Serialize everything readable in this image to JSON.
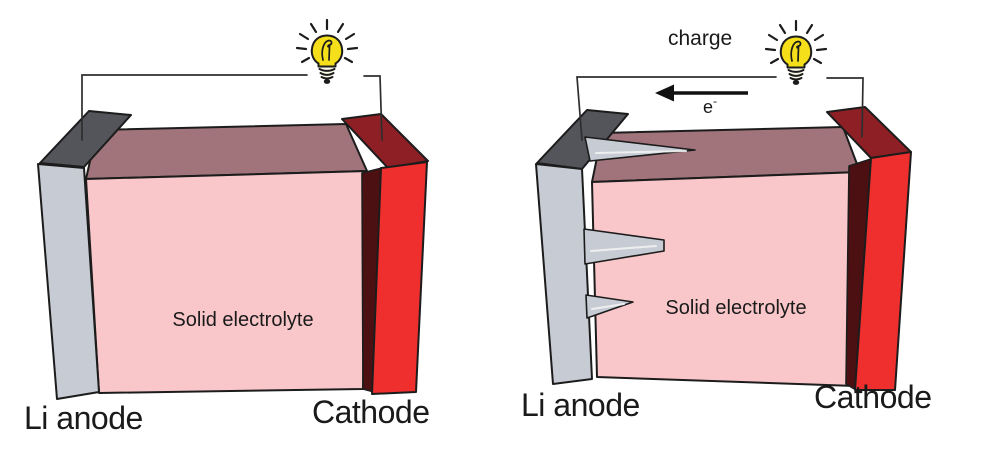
{
  "left_panel": {
    "electrolyte_label": "Solid electrolyte",
    "anode_label": "Li anode",
    "cathode_label": "Cathode"
  },
  "right_panel": {
    "charge_label": "charge",
    "electron_base": "e",
    "electron_sup": "-",
    "electrolyte_label": "Solid electrolyte",
    "anode_label": "Li anode",
    "cathode_label": "Cathode"
  },
  "colors": {
    "background": "#ffffff",
    "outline": "#1c1c1c",
    "wire": "#2e2e2e",
    "anode_front": "#c7ccd4",
    "anode_top": "#54555b",
    "electrolyte_front": "#f9c7c9",
    "electrolyte_top": "#a0747a",
    "cathode_front": "#ee2f2e",
    "cathode_top": "#8e2025",
    "cathode_side": "#4d1012",
    "dendrite": "#c7ccd4",
    "bulb_yellow": "#f4df1a",
    "arrow_black": "#111111",
    "text": "#1a1a1a"
  }
}
